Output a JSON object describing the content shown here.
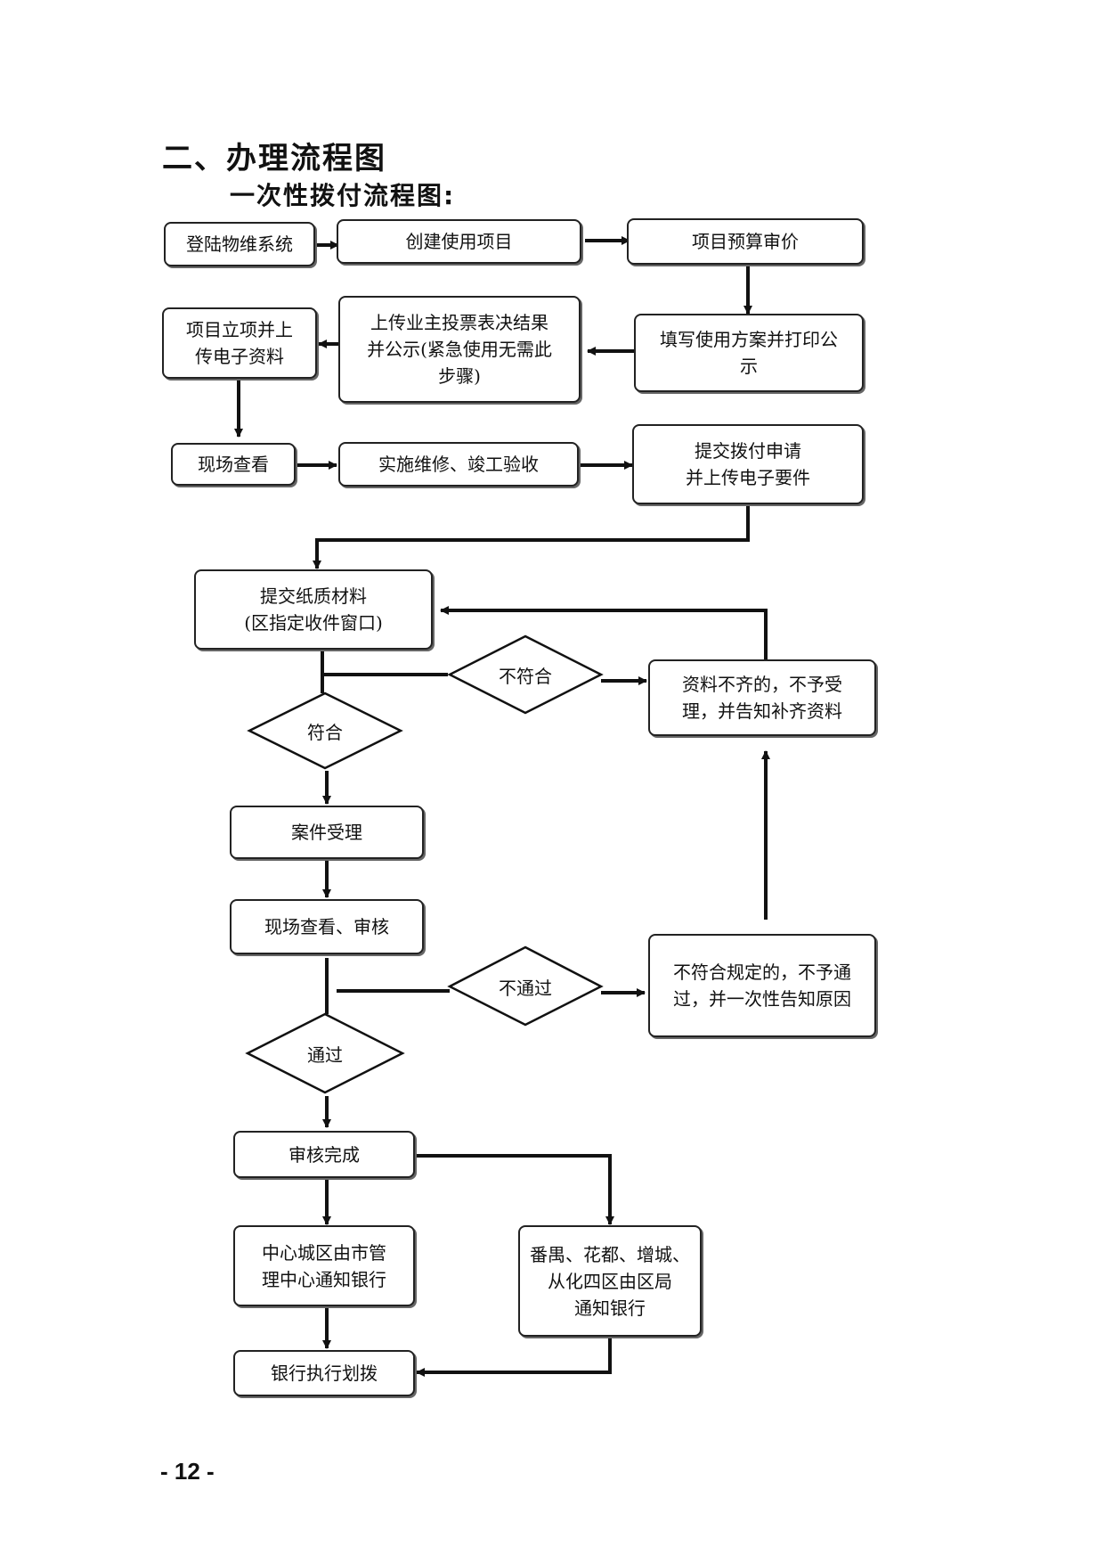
{
  "section_title": "二、办理流程图",
  "sub_title": "一次性拨付流程图:",
  "nodes": {
    "login": "登陆物维系统",
    "create_project": "创建使用项目",
    "budget_review": "项目预算审价",
    "fill_plan": "填写使用方案并打印公\n示",
    "upload_vote": "上传业主投票表决结果\n并公示(紧急使用无需此\n步骤)",
    "project_approval": "项目立项并上\n传电子资料",
    "site_check_1": "现场查看",
    "repair_accept": "实施维修、竣工验收",
    "submit_application": "提交拨付申请\n并上传电子要件",
    "submit_paper": "提交纸质材料\n(区指定收件窗口)",
    "incomplete": "资料不齐的，不予受\n理，并告知补齐资料",
    "case_accept": "案件受理",
    "site_check_review": "现场查看、审核",
    "not_compliant_reason": "不符合规定的，不予通\n过，并一次性告知原因",
    "review_done": "审核完成",
    "center_notify": "中心城区由市管\n理中心通知银行",
    "districts_notify": "番禺、花都、增城、\n从化四区由区局\n通知银行",
    "bank_transfer": "银行执行划拨"
  },
  "decisions": {
    "not_conform": "不符合",
    "conform": "符合",
    "not_pass": "不通过",
    "pass": "通过"
  },
  "page_number": "- 12 -"
}
